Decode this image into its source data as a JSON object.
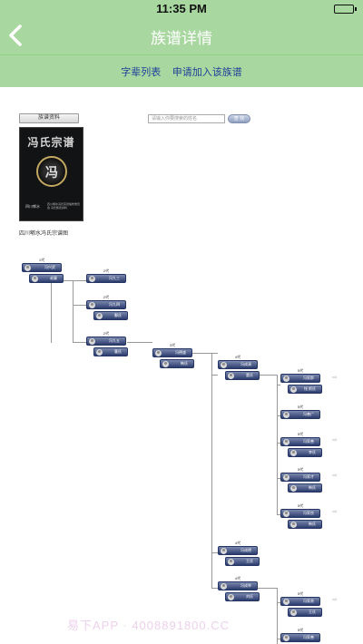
{
  "status_bar": {
    "time": "11:35 PM"
  },
  "nav": {
    "title": "族谱详情"
  },
  "sub_nav": {
    "generation_list": "字辈列表",
    "apply_join": "申请加入该族谱"
  },
  "toolbar": {
    "info_button": "族谱资料",
    "search_placeholder": "请输入你要搜索的姓名",
    "search_button": "查 找"
  },
  "cover": {
    "title": "冯氏宗谱",
    "emblem": "冯",
    "left_text": "四川郫水",
    "right_text": "四川郫水冯氏宗谱编修委员会 冯氏族谱资料",
    "caption": "四川郫水冯氏宗谱图"
  },
  "tree": {
    "n1": {
      "gen": "1代",
      "main": "冯兴武",
      "spouse": "叔妻"
    },
    "n2": {
      "gen": "2代",
      "main": "冯九三"
    },
    "n3": {
      "gen": "2代",
      "main": "冯九四",
      "spouse": "鄱氏"
    },
    "n4": {
      "gen": "2代",
      "main": "冯九五",
      "spouse": "曹氏"
    },
    "n5": {
      "gen": "3代",
      "main": "冯德盛",
      "spouse": "韩氏"
    },
    "n6": {
      "gen": "4代",
      "main": "冯成清",
      "spouse": "董氏"
    },
    "n7": {
      "gen": "5代",
      "main": "冯家群",
      "spouse": "钱 斯氏"
    },
    "n8": {
      "gen": "5代",
      "main": "冯善广"
    },
    "n9": {
      "gen": "5代",
      "main": "冯家善",
      "spouse": "李氏"
    },
    "n10": {
      "gen": "5代",
      "main": "冯家才",
      "spouse": "韩氏"
    },
    "n11": {
      "gen": "5代",
      "main": "冯家良",
      "spouse": "韩氏"
    },
    "n12": {
      "gen": "4代",
      "main": "冯成德",
      "spouse": "王氏"
    },
    "n13": {
      "gen": "4代",
      "main": "冯成举",
      "spouse": "刘氏"
    },
    "n14": {
      "gen": "5代",
      "main": "冯家贵",
      "spouse": "王氏"
    },
    "n15": {
      "gen": "5代",
      "main": "冯家善"
    }
  },
  "watermark": "易下APP · 4008891800.CC"
}
